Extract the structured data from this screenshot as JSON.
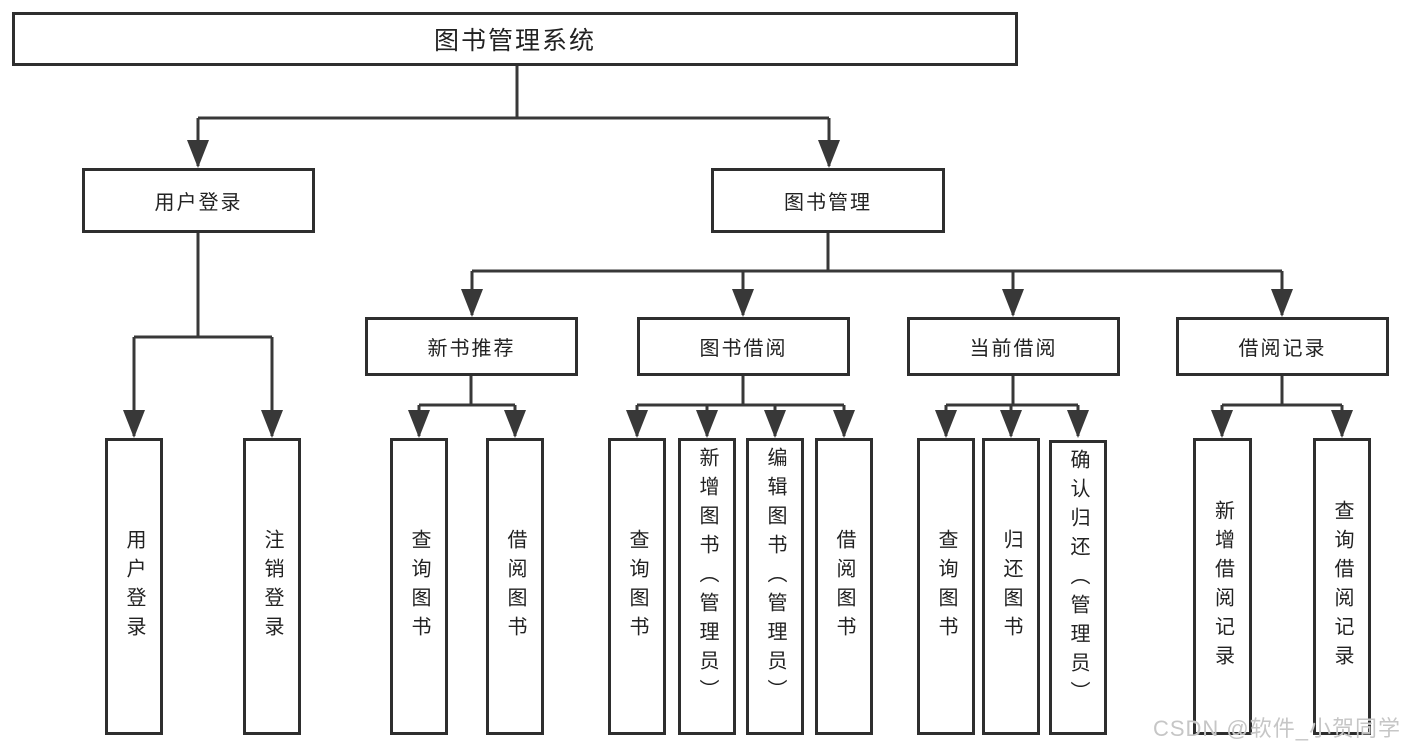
{
  "colors": {
    "line": "#383838",
    "box_border": "#2e2e2e",
    "text": "#222222",
    "watermark": "#c6c6c6",
    "bg": "#ffffff"
  },
  "watermark": {
    "text": "CSDN @软件_小贺同学"
  },
  "nodes": {
    "root": "图书管理系统",
    "user_login": "用户登录",
    "book_mgmt": "图书管理",
    "login_leaf": "用户登录",
    "logout_leaf": "注销登录",
    "new_rec": "新书推荐",
    "borrow": "图书借阅",
    "current": "当前借阅",
    "records": "借阅记录",
    "rec_query": "查询图书",
    "rec_borrow": "借阅图书",
    "bor_query": "查询图书",
    "bor_add": "新增图书（管理员）",
    "bor_edit": "编辑图书（管理员）",
    "bor_borrow": "借阅图书",
    "cur_query": "查询图书",
    "cur_return": "归还图书",
    "cur_confirm": "确认归还（管理员）",
    "rcd_add": "新增借阅记录",
    "rcd_query": "查询借阅记录"
  }
}
